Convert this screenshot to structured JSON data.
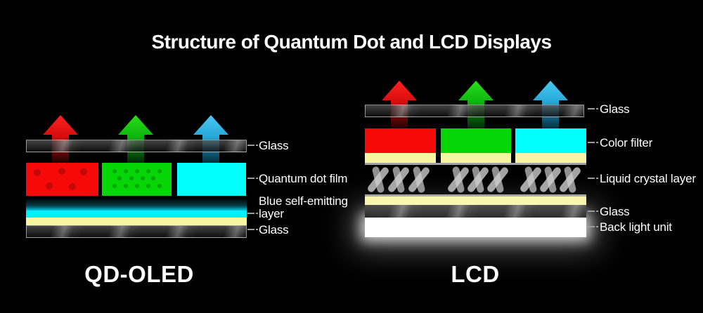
{
  "title": "Structure of Quantum Dot and LCD Displays",
  "qd": {
    "caption": "QD-OLED",
    "labels": {
      "glass_top": "Glass",
      "film": "Quantum dot film",
      "blue1": "Blue self-emitting",
      "blue2": "layer",
      "glass_bottom": "Glass"
    }
  },
  "lcd": {
    "caption": "LCD",
    "labels": {
      "glass_top": "Glass",
      "filter": "Color filter",
      "crystal": "Liquid crystal layer",
      "glass_bottom": "Glass",
      "backlight": "Back light unit"
    }
  },
  "colors": {
    "red": "#f60909",
    "red_dot": "#c50707",
    "green": "#06d506",
    "green_dot": "#04a504",
    "cyan": "#00ffff",
    "cyan_bright": "#00f0ff",
    "yellow": "#f8f5a1",
    "gray_line": "#a2a2a2",
    "lc_dark": "#8f8f8f",
    "lc_light": "#d2d2d2",
    "backlight": "#ffffff",
    "label": "#ffffff",
    "leader": "#9b9b9b",
    "arrow_red_top": "#ff2121",
    "arrow_red_bottom": "#1c0202",
    "arrow_green_top": "#2ade1c",
    "arrow_green_bottom": "#03260a",
    "arrow_cyan_top": "#4cc8f0",
    "arrow_cyan_bottom": "#02303d"
  }
}
